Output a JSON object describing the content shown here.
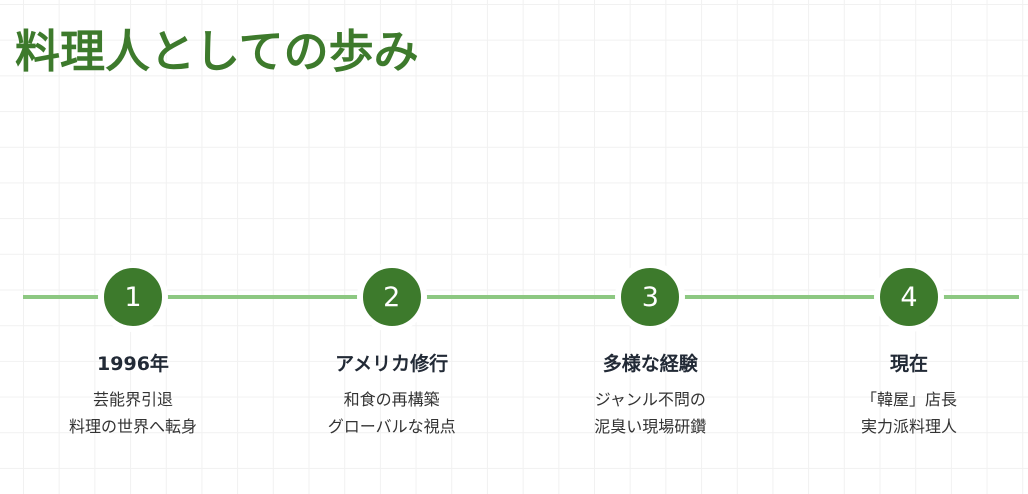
{
  "page": {
    "title": "料理人としての歩み"
  },
  "colors": {
    "accent": "#3d7a2c",
    "line": "#8dc882",
    "heading_text": "#222a36",
    "body_text": "#333333",
    "grid": "#f1f1f1"
  },
  "timeline": {
    "steps": [
      {
        "number": "1",
        "title": "1996年",
        "lines": [
          "芸能界引退",
          "料理の世界へ転身"
        ]
      },
      {
        "number": "2",
        "title": "アメリカ修行",
        "lines": [
          "和食の再構築",
          "グローバルな視点"
        ]
      },
      {
        "number": "3",
        "title": "多様な経験",
        "lines": [
          "ジャンル不問の",
          "泥臭い現場研鑽"
        ]
      },
      {
        "number": "4",
        "title": "現在",
        "lines": [
          "「韓屋」店長",
          "実力派料理人"
        ]
      }
    ]
  }
}
